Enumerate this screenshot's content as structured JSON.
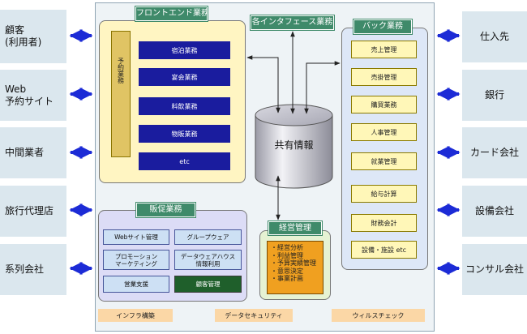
{
  "external_left": [
    {
      "text": "顧客\n(利用者)"
    },
    {
      "text": "Web\n予約サイト"
    },
    {
      "text": "中間業者"
    },
    {
      "text": "旅行代理店"
    },
    {
      "text": "系列会社"
    }
  ],
  "external_right": [
    {
      "text": "仕入先"
    },
    {
      "text": "銀行"
    },
    {
      "text": "カード会社"
    },
    {
      "text": "設備会社"
    },
    {
      "text": "コンサル会社"
    }
  ],
  "front": {
    "title": "フロントエンド業務",
    "reserve": "予約業務",
    "items": [
      "宿泊業務",
      "宴会業務",
      "料飲業務",
      "物販業務",
      "etc"
    ]
  },
  "interface_title": "各インタフェース業務",
  "shared": "共有情報",
  "back": {
    "title": "バック業務",
    "items": [
      "売上管理",
      "売掛管理",
      "購買業務",
      "人事管理",
      "就業管理",
      "給与計算",
      "財務会計",
      "設備・施設 etc"
    ]
  },
  "promo": {
    "title": "販促業務",
    "items": [
      "Webサイト管理",
      "グループウェア",
      "プロモーション\nマーケティング",
      "データウェアハウス\n情報利用",
      "営業支援",
      "顧客管理"
    ]
  },
  "management": {
    "title": "経営管理",
    "items": [
      "・経営分析",
      "・利益管理",
      "・予算実績管理",
      "・意思決定",
      "・事業計画"
    ]
  },
  "infra": [
    "インフラ構築",
    "データセキュリティ",
    "ウィルスチェック"
  ],
  "colors": {
    "arrow": "#1c2bd6",
    "title_green": "#3f8a6a",
    "navy": "#1a1c9e",
    "highlight": "#1f5f2b"
  }
}
